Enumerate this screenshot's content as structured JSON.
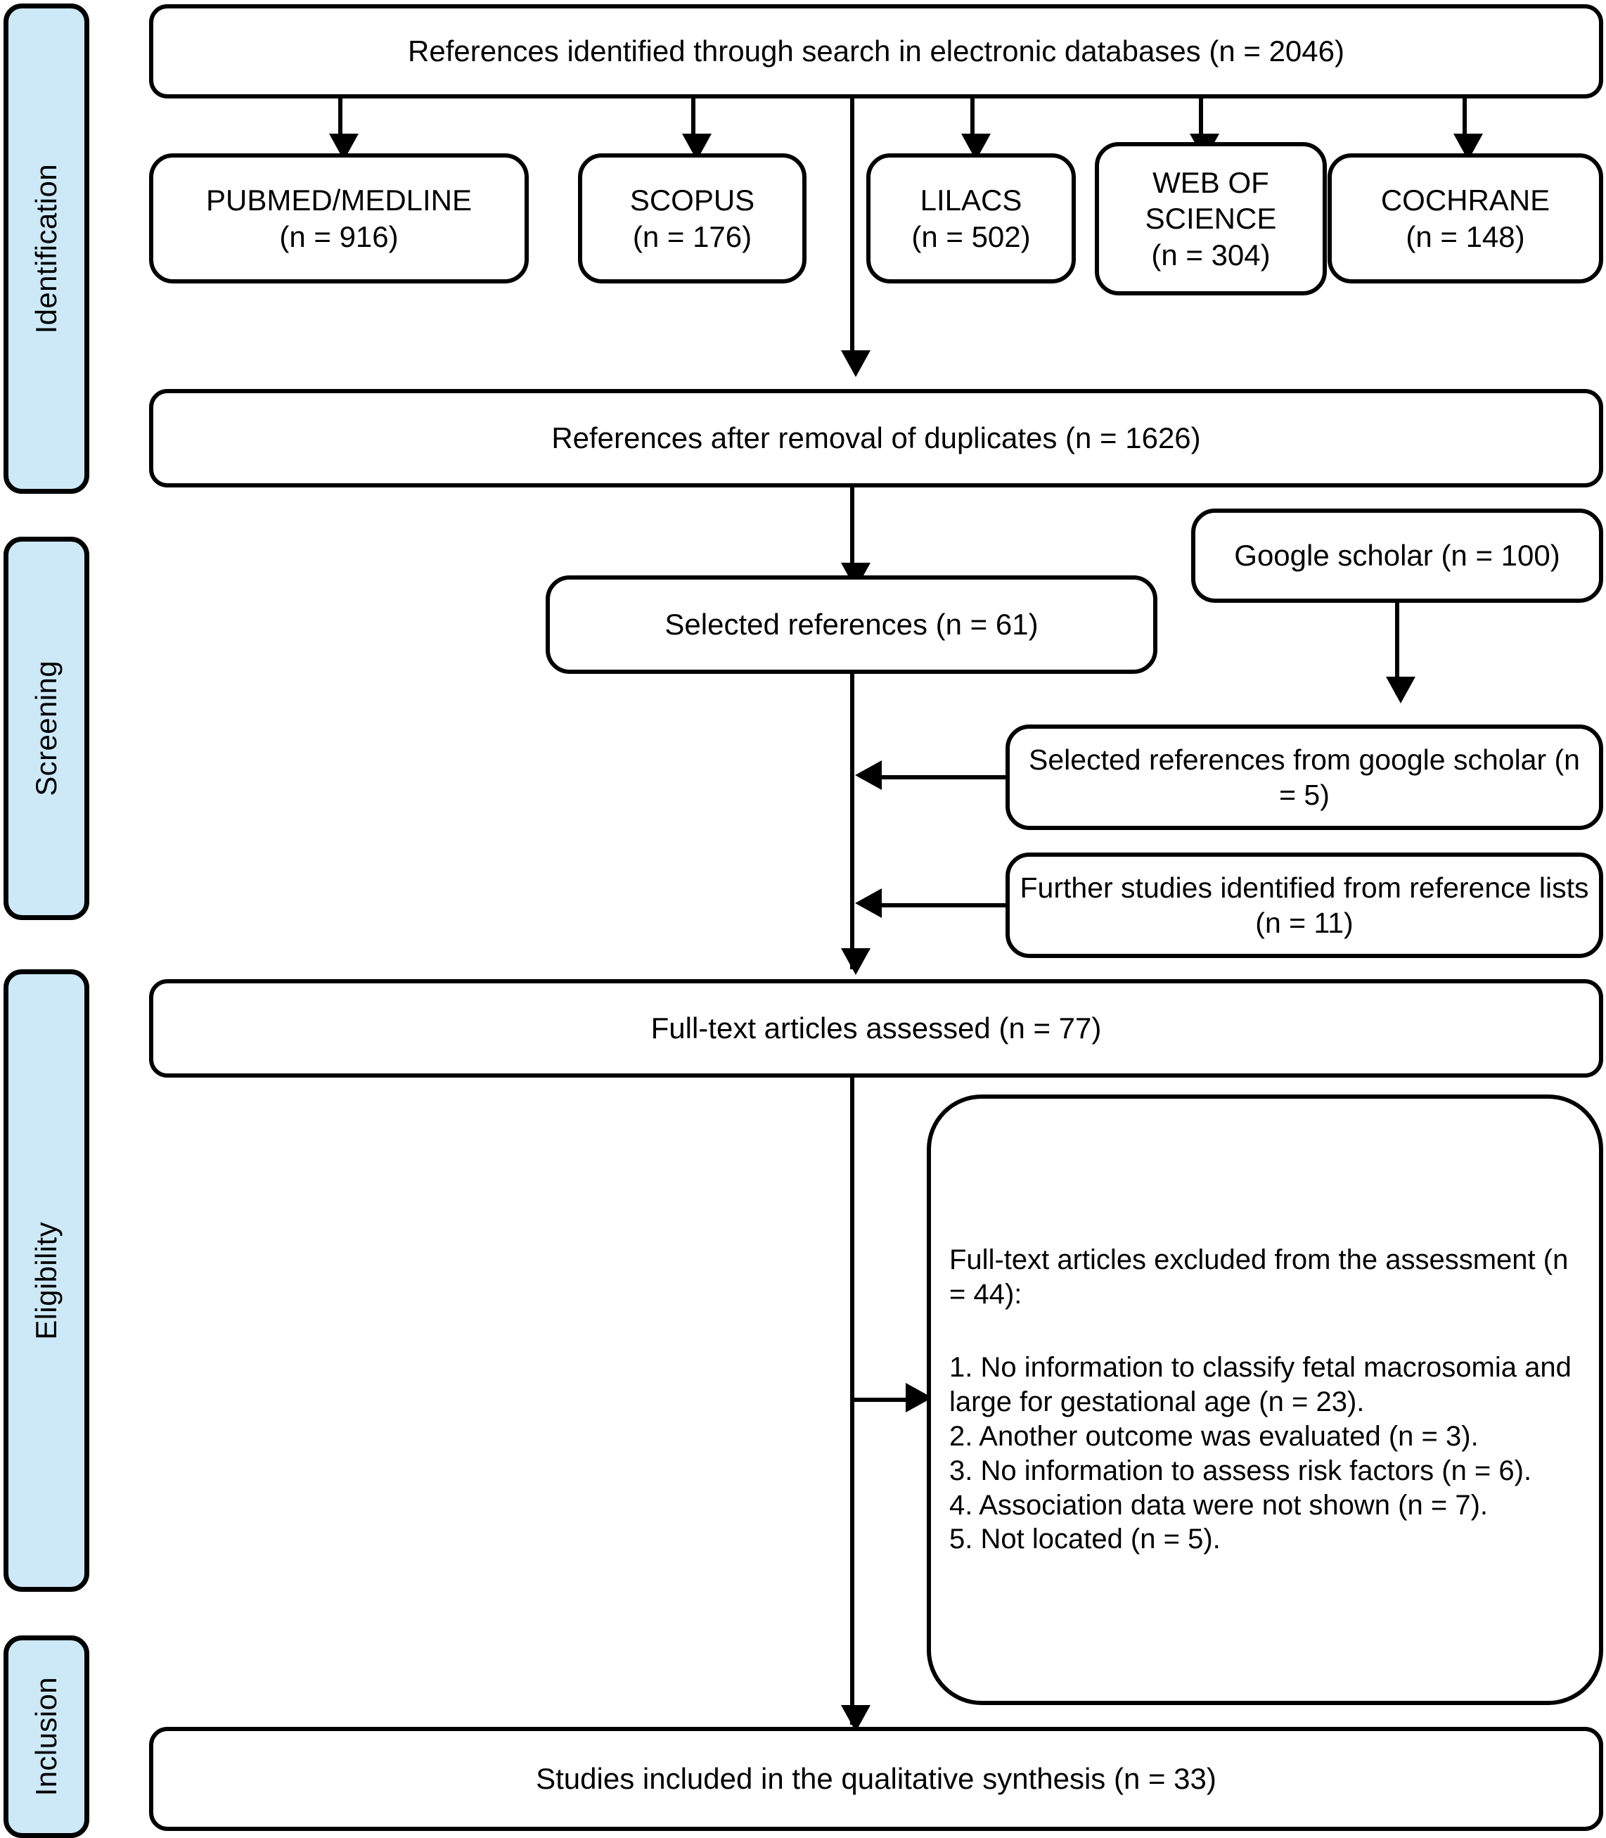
{
  "diagram": {
    "type": "PRISMA flow diagram",
    "accent_color": "#cde9f8",
    "line_color": "#000000"
  },
  "stages": [
    {
      "id": "identification",
      "label": "Identification"
    },
    {
      "id": "screening",
      "label": "Screening"
    },
    {
      "id": "eligibility",
      "label": "Eligibility"
    },
    {
      "id": "inclusion",
      "label": "Inclusion"
    }
  ],
  "nodes": {
    "records_identified": "References identified through search in electronic databases (n = 2046)",
    "databases": [
      {
        "name": "PUBMED/MEDLINE",
        "count": "(n = 916)"
      },
      {
        "name": "SCOPUS",
        "count": "(n = 176)"
      },
      {
        "name": "LILACS",
        "count": "(n = 502)"
      },
      {
        "name": "WEB OF SCIENCE",
        "count": "(n = 304)"
      },
      {
        "name": "COCHRANE",
        "count": "(n = 148)"
      }
    ],
    "after_duplicates": "References after removal of duplicates (n = 1626)",
    "selected_references": "Selected references (n = 61)",
    "google_scholar": "Google scholar (n = 100)",
    "selected_from_scholar": "Selected references from google scholar (n = 5)",
    "further_studies": "Further studies identified from reference lists (n = 11)",
    "fulltext_assessed": "Full-text articles assessed (n = 77)",
    "excluded_title": "Full-text articles excluded from the assessment (n = 44):",
    "excluded_reasons": [
      "1. No information to classify fetal macrosomia and large for gestational age (n = 23).",
      "2. Another outcome was evaluated (n = 3).",
      "3. No information to assess risk factors (n = 6).",
      "4. Association data were not shown (n = 7).",
      "5. Not located (n = 5)."
    ],
    "included": "Studies included in the qualitative synthesis (n = 33)"
  },
  "chart_data": {
    "type": "diagram",
    "title": "PRISMA flow diagram",
    "stages": [
      "Identification",
      "Screening",
      "Eligibility",
      "Inclusion"
    ],
    "counts": {
      "identified_total": 2046,
      "pubmed_medline": 916,
      "scopus": 176,
      "lilacs": 502,
      "web_of_science": 304,
      "cochrane": 148,
      "after_duplicates": 1626,
      "selected_references": 61,
      "google_scholar": 100,
      "selected_from_google_scholar": 5,
      "further_studies_from_reference_lists": 11,
      "fulltext_assessed": 77,
      "fulltext_excluded": 44,
      "excluded_no_info_classify_macrosomia_lga": 23,
      "excluded_another_outcome": 3,
      "excluded_no_info_risk_factors": 6,
      "excluded_association_data_not_shown": 7,
      "excluded_not_located": 5,
      "included_qualitative_synthesis": 33
    }
  }
}
